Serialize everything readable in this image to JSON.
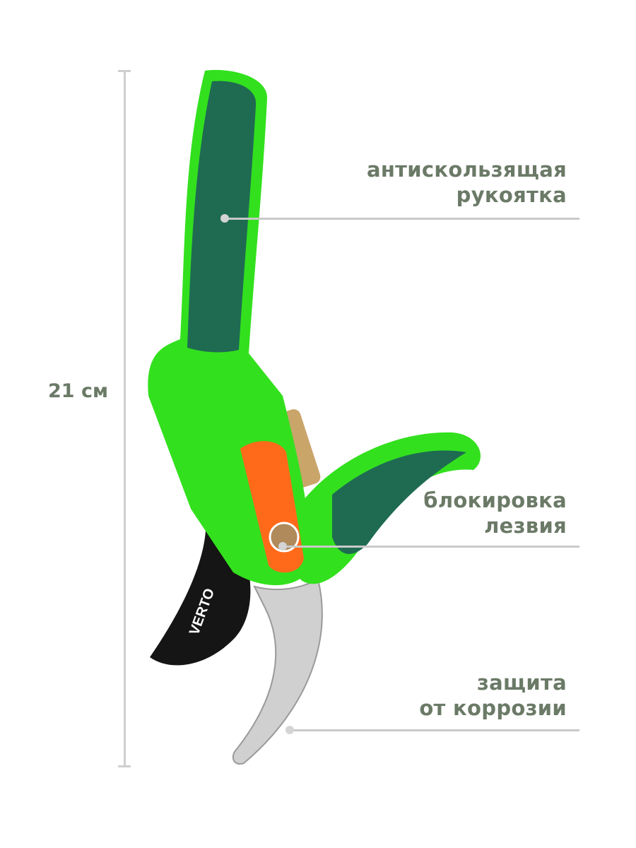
{
  "dimension": {
    "length_label": "21 см"
  },
  "callouts": [
    {
      "line1": "антискользящая",
      "line2": "рукоятка"
    },
    {
      "line1": "блокировка",
      "line2": "лезвия"
    },
    {
      "line1": "защита",
      "line2": "от коррозии"
    }
  ],
  "product": {
    "brand": "VERTO"
  },
  "colors": {
    "text": "#6b7a67",
    "green": "#33e01e",
    "dark_green": "#1e6b52",
    "orange": "#ff6a1a",
    "blade": "#c8c8c8",
    "black_blade": "#151515"
  }
}
